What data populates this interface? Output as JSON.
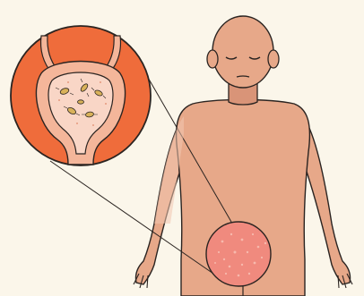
{
  "illustration": {
    "subject": "human-figure",
    "callout": "bladder-magnified",
    "highlight": "pelvic-region"
  },
  "colors": {
    "background": "#fbf6ea",
    "skin": "#e7a889",
    "skin_shade": "#d99478",
    "outline": "#2b2421",
    "callout_bg": "#ef6c3b",
    "bladder_wall": "#f4b69a",
    "bladder_inner": "#f9d6c6",
    "pelvic_highlight": "#f08a7e",
    "pelvic_dots": "#f7b9ad",
    "bacteria": "#d9b25a"
  }
}
